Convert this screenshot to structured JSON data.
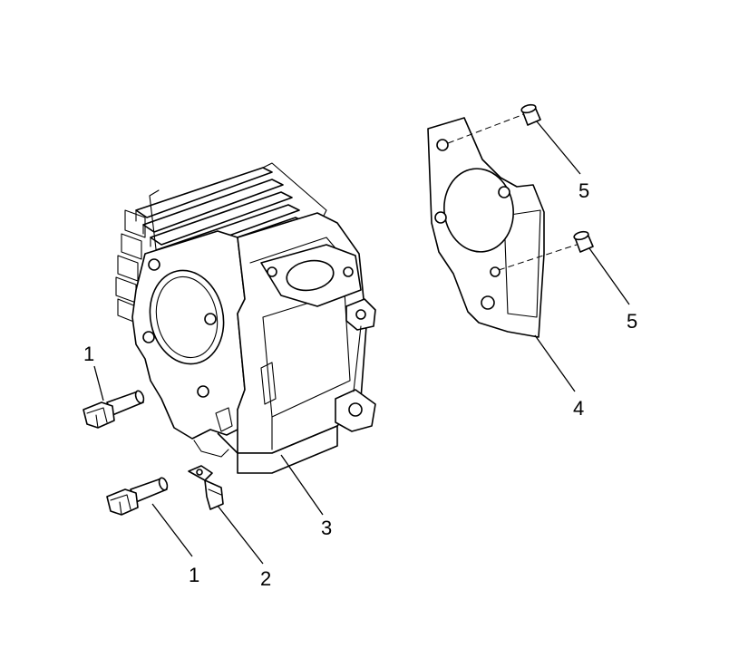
{
  "callouts": {
    "bolt_upper": "1",
    "bolt_lower": "1",
    "clip": "2",
    "cylinder": "3",
    "gasket": "4",
    "dowel_upper": "5",
    "dowel_lower": "5"
  }
}
